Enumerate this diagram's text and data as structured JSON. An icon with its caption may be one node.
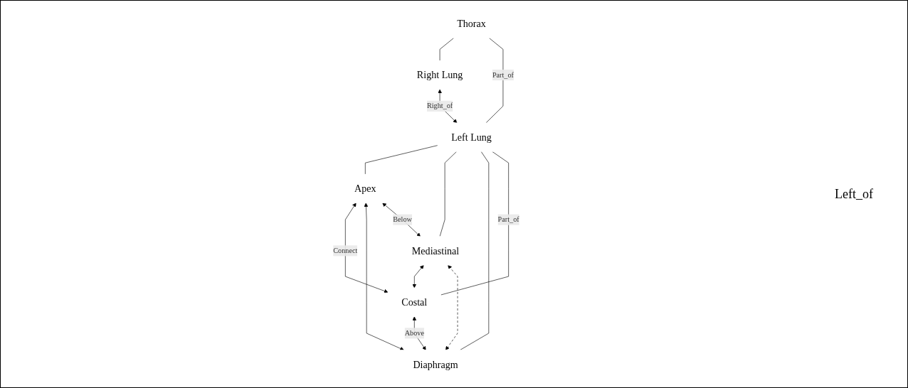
{
  "diagram": {
    "nodes": [
      {
        "text": [
          "Thorax"
        ]
      },
      {
        "text": [
          "Right Lung"
        ]
      },
      {
        "text": [
          "Left Lung"
        ]
      },
      {
        "text": [
          "Apex"
        ]
      },
      {
        "text": [
          "Mediastinal"
        ]
      },
      {
        "text": [
          "Diaphragm"
        ]
      },
      {
        "text": [
          "Costal"
        ]
      }
    ],
    "edges": [
      {
        "from": 0,
        "to": 1,
        "arrow": "none"
      },
      {
        "from": 0,
        "to": 2,
        "arrow": "none",
        "label": "Part_of"
      },
      {
        "from": 1,
        "to": 2,
        "arrow": "both",
        "label": "Right_of"
      },
      {
        "from": 2,
        "to": 3,
        "arrow": "none"
      },
      {
        "from": 2,
        "to": 4,
        "arrow": "none"
      },
      {
        "from": 2,
        "to": 5,
        "arrow": "none"
      },
      {
        "from": 2,
        "to": 6,
        "arrow": "none",
        "label": "Part_of"
      },
      {
        "from": 3,
        "to": 6,
        "arrow": "both",
        "label": "Connect"
      },
      {
        "from": 3,
        "to": 5,
        "arrow": "both"
      },
      {
        "from": 4,
        "to": 6,
        "arrow": "both"
      },
      {
        "from": 3,
        "to": 4,
        "arrow": "both",
        "label": "Below"
      },
      {
        "from": 4,
        "to": 5,
        "arrow": "both",
        "style": "dashed"
      },
      {
        "from": 6,
        "to": 5,
        "arrow": "both",
        "label": "Above"
      }
    ],
    "labels": [
      "Left_of"
    ]
  }
}
